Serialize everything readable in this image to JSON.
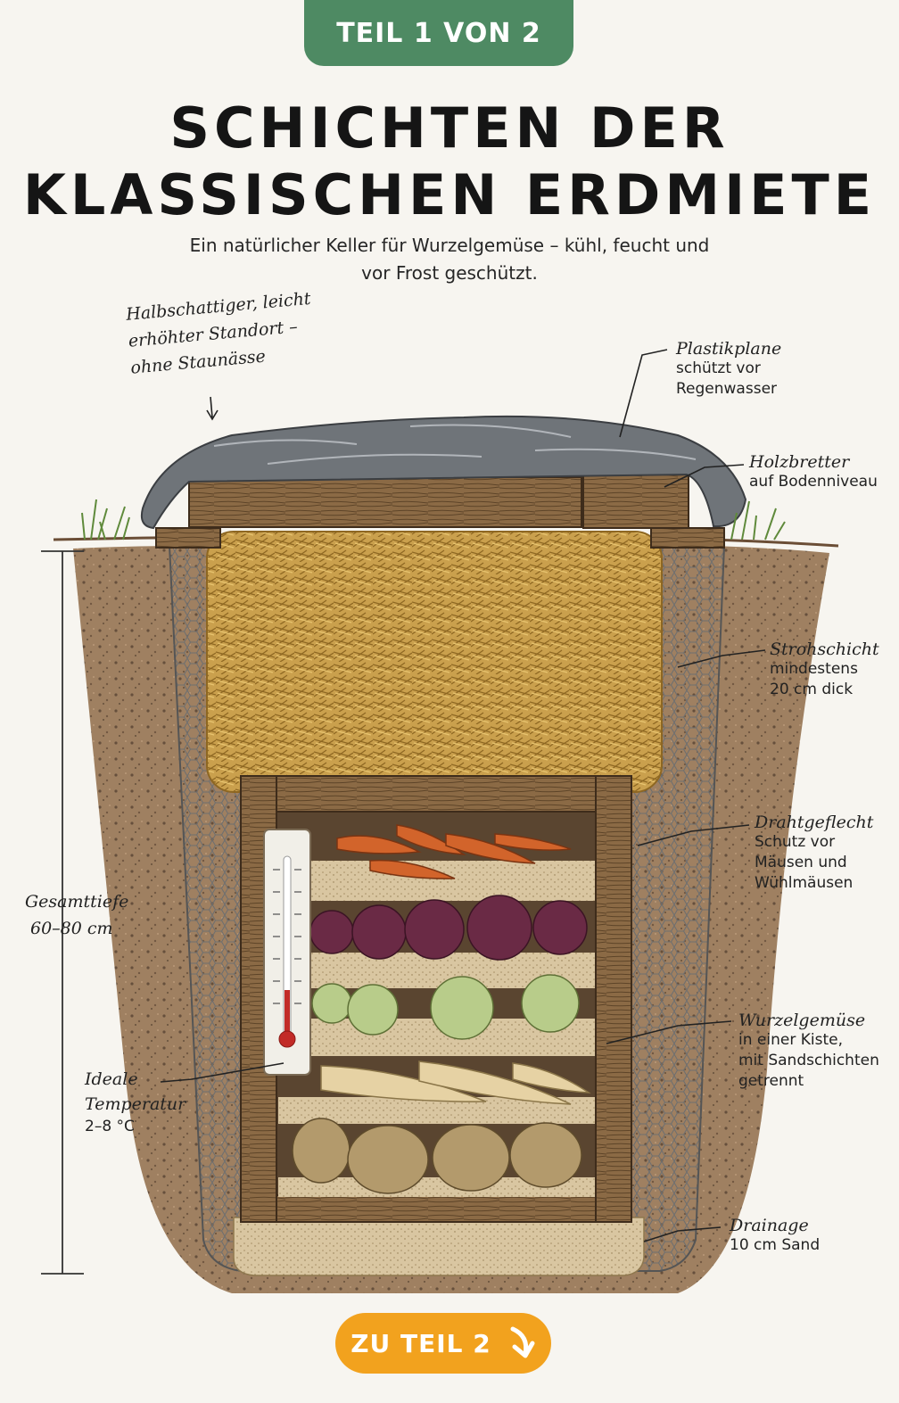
{
  "badge": "TEIL 1 VON 2",
  "title_line1": "SCHICHTEN DER",
  "title_line2": "KLASSISCHEN ERDMIETE",
  "subtitle_line1": "Ein natürlicher Keller für Wurzelgemüse – kühl, feucht und",
  "subtitle_line2": "vor Frost geschützt.",
  "site_note": {
    "line1": "Halbschattiger, leicht",
    "line2": "erhöhter Standort –",
    "line3": "ohne Staunässe"
  },
  "labels": {
    "plastikplane": {
      "title": "Plastikplane",
      "line1": "schützt vor",
      "line2": "Regenwasser"
    },
    "holzbretter": {
      "title": "Holzbretter",
      "line1": "auf Bodenniveau"
    },
    "strohschicht": {
      "title": "Strohschicht",
      "line1": "mindestens",
      "line2": "20 cm dick"
    },
    "drahtgeflecht": {
      "title": "Drahtgeflecht",
      "line1": "Schutz vor",
      "line2": "Mäusen und",
      "line3": "Wühlmäusen"
    },
    "wurzelgemuese": {
      "title": "Wurzelgemüse",
      "line1": "in einer Kiste,",
      "line2": "mit Sandschichten",
      "line3": "getrennt"
    },
    "drainage": {
      "title": "Drainage",
      "line1": "10 cm Sand"
    },
    "gesamttiefe": {
      "title": "Gesamttiefe",
      "line1": "60–80 cm"
    },
    "temperatur": {
      "title": "Ideale",
      "title2": "Temperatur",
      "line1": "2–8 °C"
    }
  },
  "button": "ZU TEIL 2",
  "colors": {
    "badge_green": "#4e8a63",
    "button_orange": "#f2a21e",
    "soil": "#8a6a4b",
    "straw": "#d4a24a"
  }
}
